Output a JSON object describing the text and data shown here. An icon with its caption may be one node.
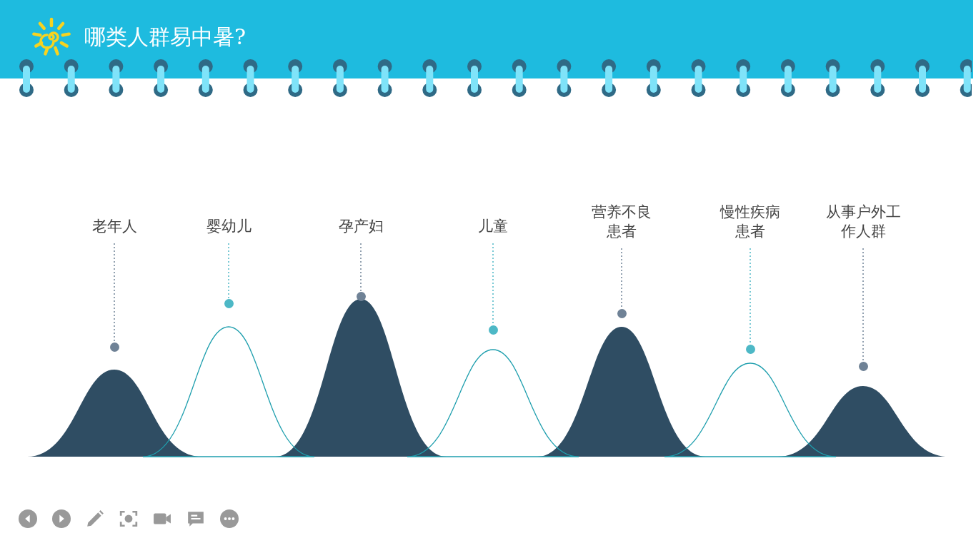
{
  "diagram": {
    "title": "哪类人群易中暑?",
    "nodes": [
      {
        "text": [
          "老年人"
        ]
      },
      {
        "text": [
          "婴幼儿"
        ]
      },
      {
        "text": [
          "孕产妇"
        ]
      },
      {
        "text": [
          "儿童"
        ]
      },
      {
        "text": [
          "营养不良患者"
        ]
      },
      {
        "text": [
          "慢性疾病患者"
        ]
      },
      {
        "text": [
          "从事户外工作人群"
        ]
      },
      {
        "text": [],
        "shape": "circle"
      },
      {
        "text": [],
        "shape": "circle"
      },
      {
        "text": [],
        "shape": "circle"
      },
      {
        "text": [],
        "shape": "circle"
      },
      {
        "text": [],
        "shape": "circle"
      },
      {
        "text": [],
        "shape": "circle"
      },
      {
        "text": [],
        "shape": "circle"
      }
    ],
    "edges": [
      {
        "from": 0,
        "to": 7,
        "arrow": "none",
        "style": "dashed"
      },
      {
        "from": 1,
        "to": 8,
        "arrow": "none",
        "style": "dashed",
        "color": "#4db8c6"
      },
      {
        "from": 2,
        "to": 9,
        "arrow": "none",
        "style": "dashed"
      },
      {
        "from": 3,
        "to": 10,
        "arrow": "none",
        "style": "dashed",
        "color": "#4db8c6"
      },
      {
        "from": 4,
        "to": 11,
        "arrow": "none",
        "style": "dashed"
      },
      {
        "from": 5,
        "to": 12,
        "arrow": "none",
        "style": "dashed",
        "color": "#4db8c6"
      },
      {
        "from": 6,
        "to": 13,
        "arrow": "none",
        "style": "dashed"
      }
    ]
  }
}
